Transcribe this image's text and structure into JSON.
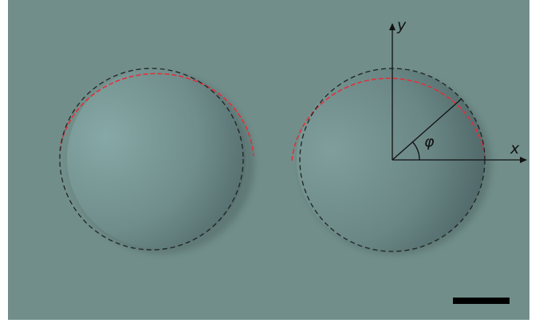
{
  "image": {
    "background_color": "#6e8b87",
    "border_color": "#ffffff"
  },
  "annotations": {
    "x_axis_label": "x",
    "y_axis_label": "y",
    "angle_label": "φ",
    "line_color": "#111111",
    "red_outline_color": "#e2303a",
    "dashed_outline_color": "#1e2422"
  },
  "scale_bar": {
    "color": "#000000"
  }
}
